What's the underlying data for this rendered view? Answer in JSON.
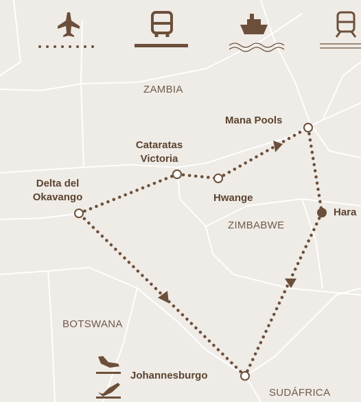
{
  "map": {
    "transport_modes": [
      {
        "icon": "airplane-icon",
        "line_style": "dotted"
      },
      {
        "icon": "bus-icon",
        "line_style": "solid",
        "selected": true
      },
      {
        "icon": "ship-icon",
        "line_style": "wavy"
      },
      {
        "icon": "train-icon",
        "line_style": "double"
      }
    ],
    "countries": {
      "zambia": "ZAMBIA",
      "zimbabwe": "ZIMBABWE",
      "botswana": "BOTSWANA",
      "south_africa": "SUDÁFRICA"
    },
    "cities": {
      "mana_pools": "Mana Pools",
      "victoria_falls": [
        "Cataratas",
        "Victoria"
      ],
      "okavango": [
        "Delta del",
        "Okavango"
      ],
      "hwange": "Hwange",
      "harare": "Hara",
      "johannesburg": "Johannesburgo"
    },
    "flight_icons": [
      "plane-arrival-icon",
      "plane-departure-icon"
    ],
    "colors": {
      "background": "#efebe6",
      "route": "#6b4f3a",
      "borders": "#ffffff"
    }
  }
}
